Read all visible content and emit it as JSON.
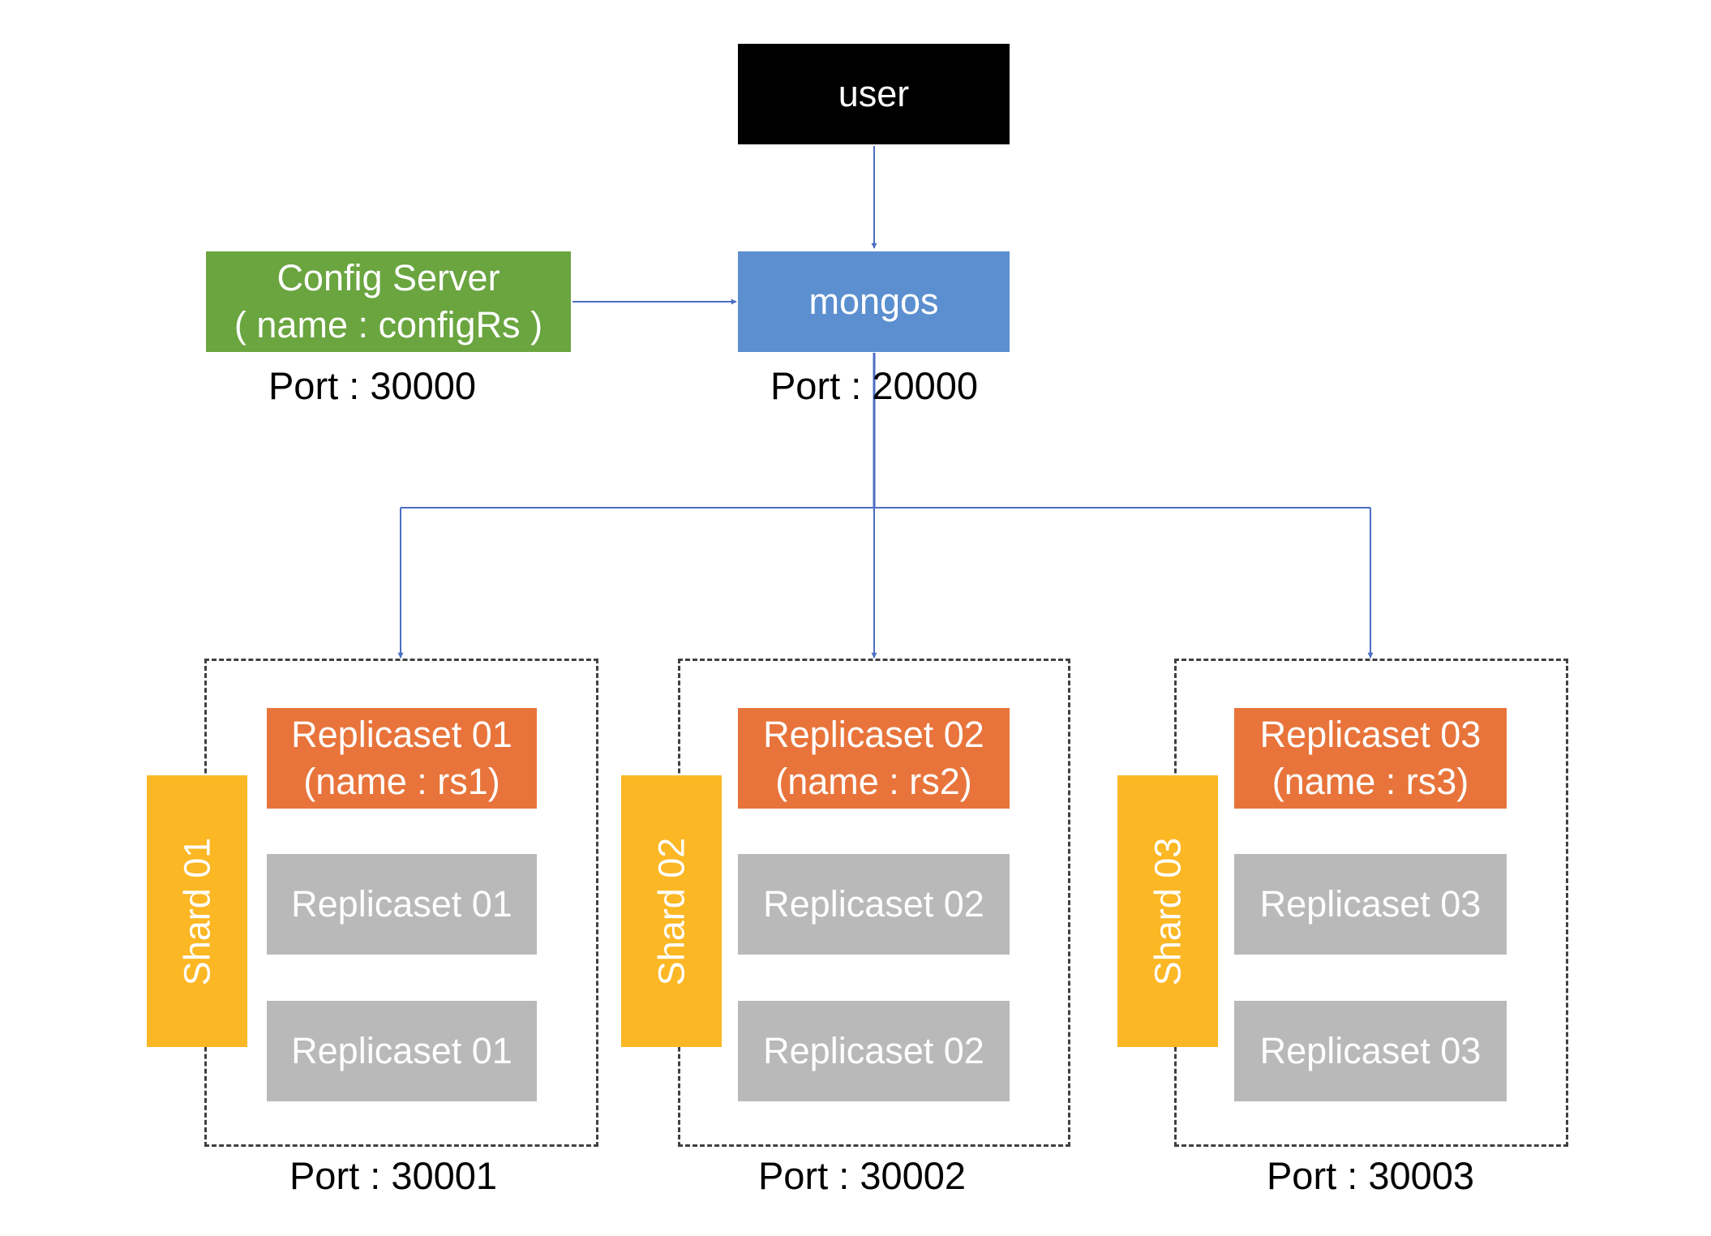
{
  "colors": {
    "user_fill": "#000000",
    "mongos_fill": "#5b8fcf",
    "config_fill": "#6aa540",
    "primary_fill": "#e8743b",
    "secondary_fill": "#b9b9b9",
    "shard_fill": "#fbb724",
    "connector": "#4a6fc4",
    "frame_border": "#404040"
  },
  "user": {
    "label": "user"
  },
  "mongos": {
    "label": "mongos",
    "port": "Port : 20000"
  },
  "config_server": {
    "title": "Config Server",
    "subtitle": "( name : configRs )",
    "port": "Port : 30000"
  },
  "shards": [
    {
      "label": "Shard 01",
      "primary_title": "Replicaset 01",
      "primary_subtitle": "(name : rs1)",
      "secondaries": [
        "Replicaset 01",
        "Replicaset 01"
      ],
      "port": "Port : 30001"
    },
    {
      "label": "Shard 02",
      "primary_title": "Replicaset 02",
      "primary_subtitle": "(name : rs2)",
      "secondaries": [
        "Replicaset 02",
        "Replicaset 02"
      ],
      "port": "Port : 30002"
    },
    {
      "label": "Shard 03",
      "primary_title": "Replicaset 03",
      "primary_subtitle": "(name : rs3)",
      "secondaries": [
        "Replicaset 03",
        "Replicaset 03"
      ],
      "port": "Port : 30003"
    }
  ]
}
